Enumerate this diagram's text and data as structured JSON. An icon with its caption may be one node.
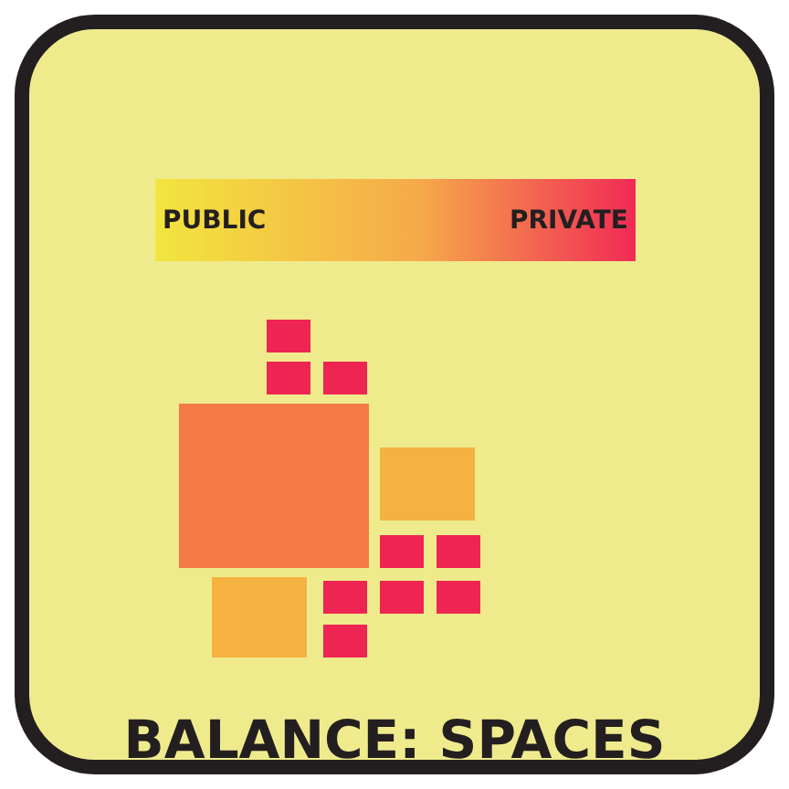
{
  "diagram": {
    "title": "BALANCE: SPACES",
    "nodes": [
      {
        "text": [
          "PUBLIC",
          "PRIVATE"
        ]
      }
    ]
  }
}
